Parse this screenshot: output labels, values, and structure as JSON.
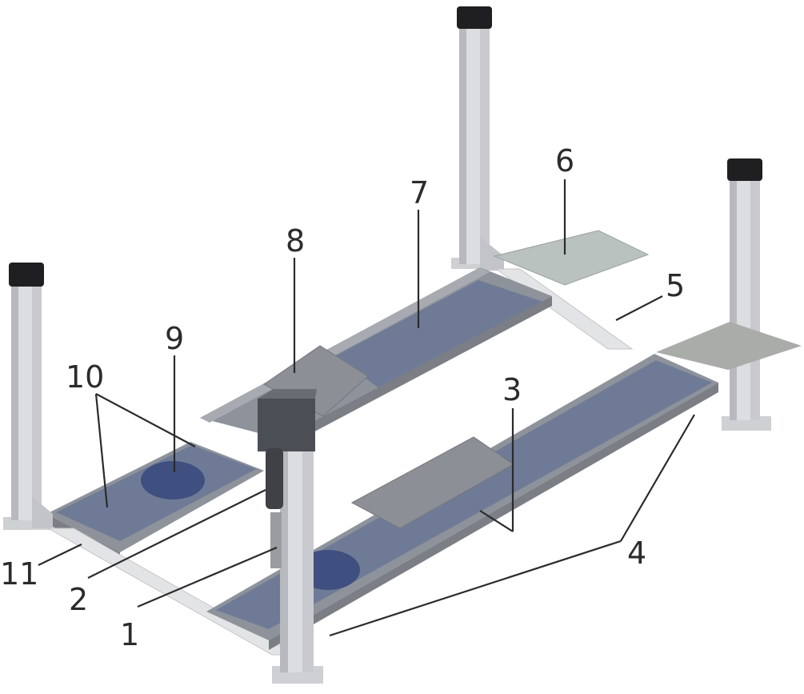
{
  "diagram": {
    "subject": "four-post vehicle lift",
    "colors": {
      "post": "#dcdde0",
      "post_shade": "#b7b9be",
      "cap": "#1f1f22",
      "runway_top": "#6f7b96",
      "runway_side": "#8e929a",
      "turntable_plate": "#8d8f96",
      "ramp": "#b9bfbc",
      "jack_disc": "#3f4f80",
      "cross_beam": "#e3e4e6",
      "control_box": "#4c4e55",
      "label": "#2b2b2b"
    },
    "callouts": [
      {
        "id": "1",
        "text": "1"
      },
      {
        "id": "2",
        "text": "2"
      },
      {
        "id": "3",
        "text": "3"
      },
      {
        "id": "4",
        "text": "4"
      },
      {
        "id": "5",
        "text": "5"
      },
      {
        "id": "6",
        "text": "6"
      },
      {
        "id": "7",
        "text": "7"
      },
      {
        "id": "8",
        "text": "8"
      },
      {
        "id": "9",
        "text": "9"
      },
      {
        "id": "10",
        "text": "10"
      },
      {
        "id": "11",
        "text": "11"
      }
    ]
  }
}
